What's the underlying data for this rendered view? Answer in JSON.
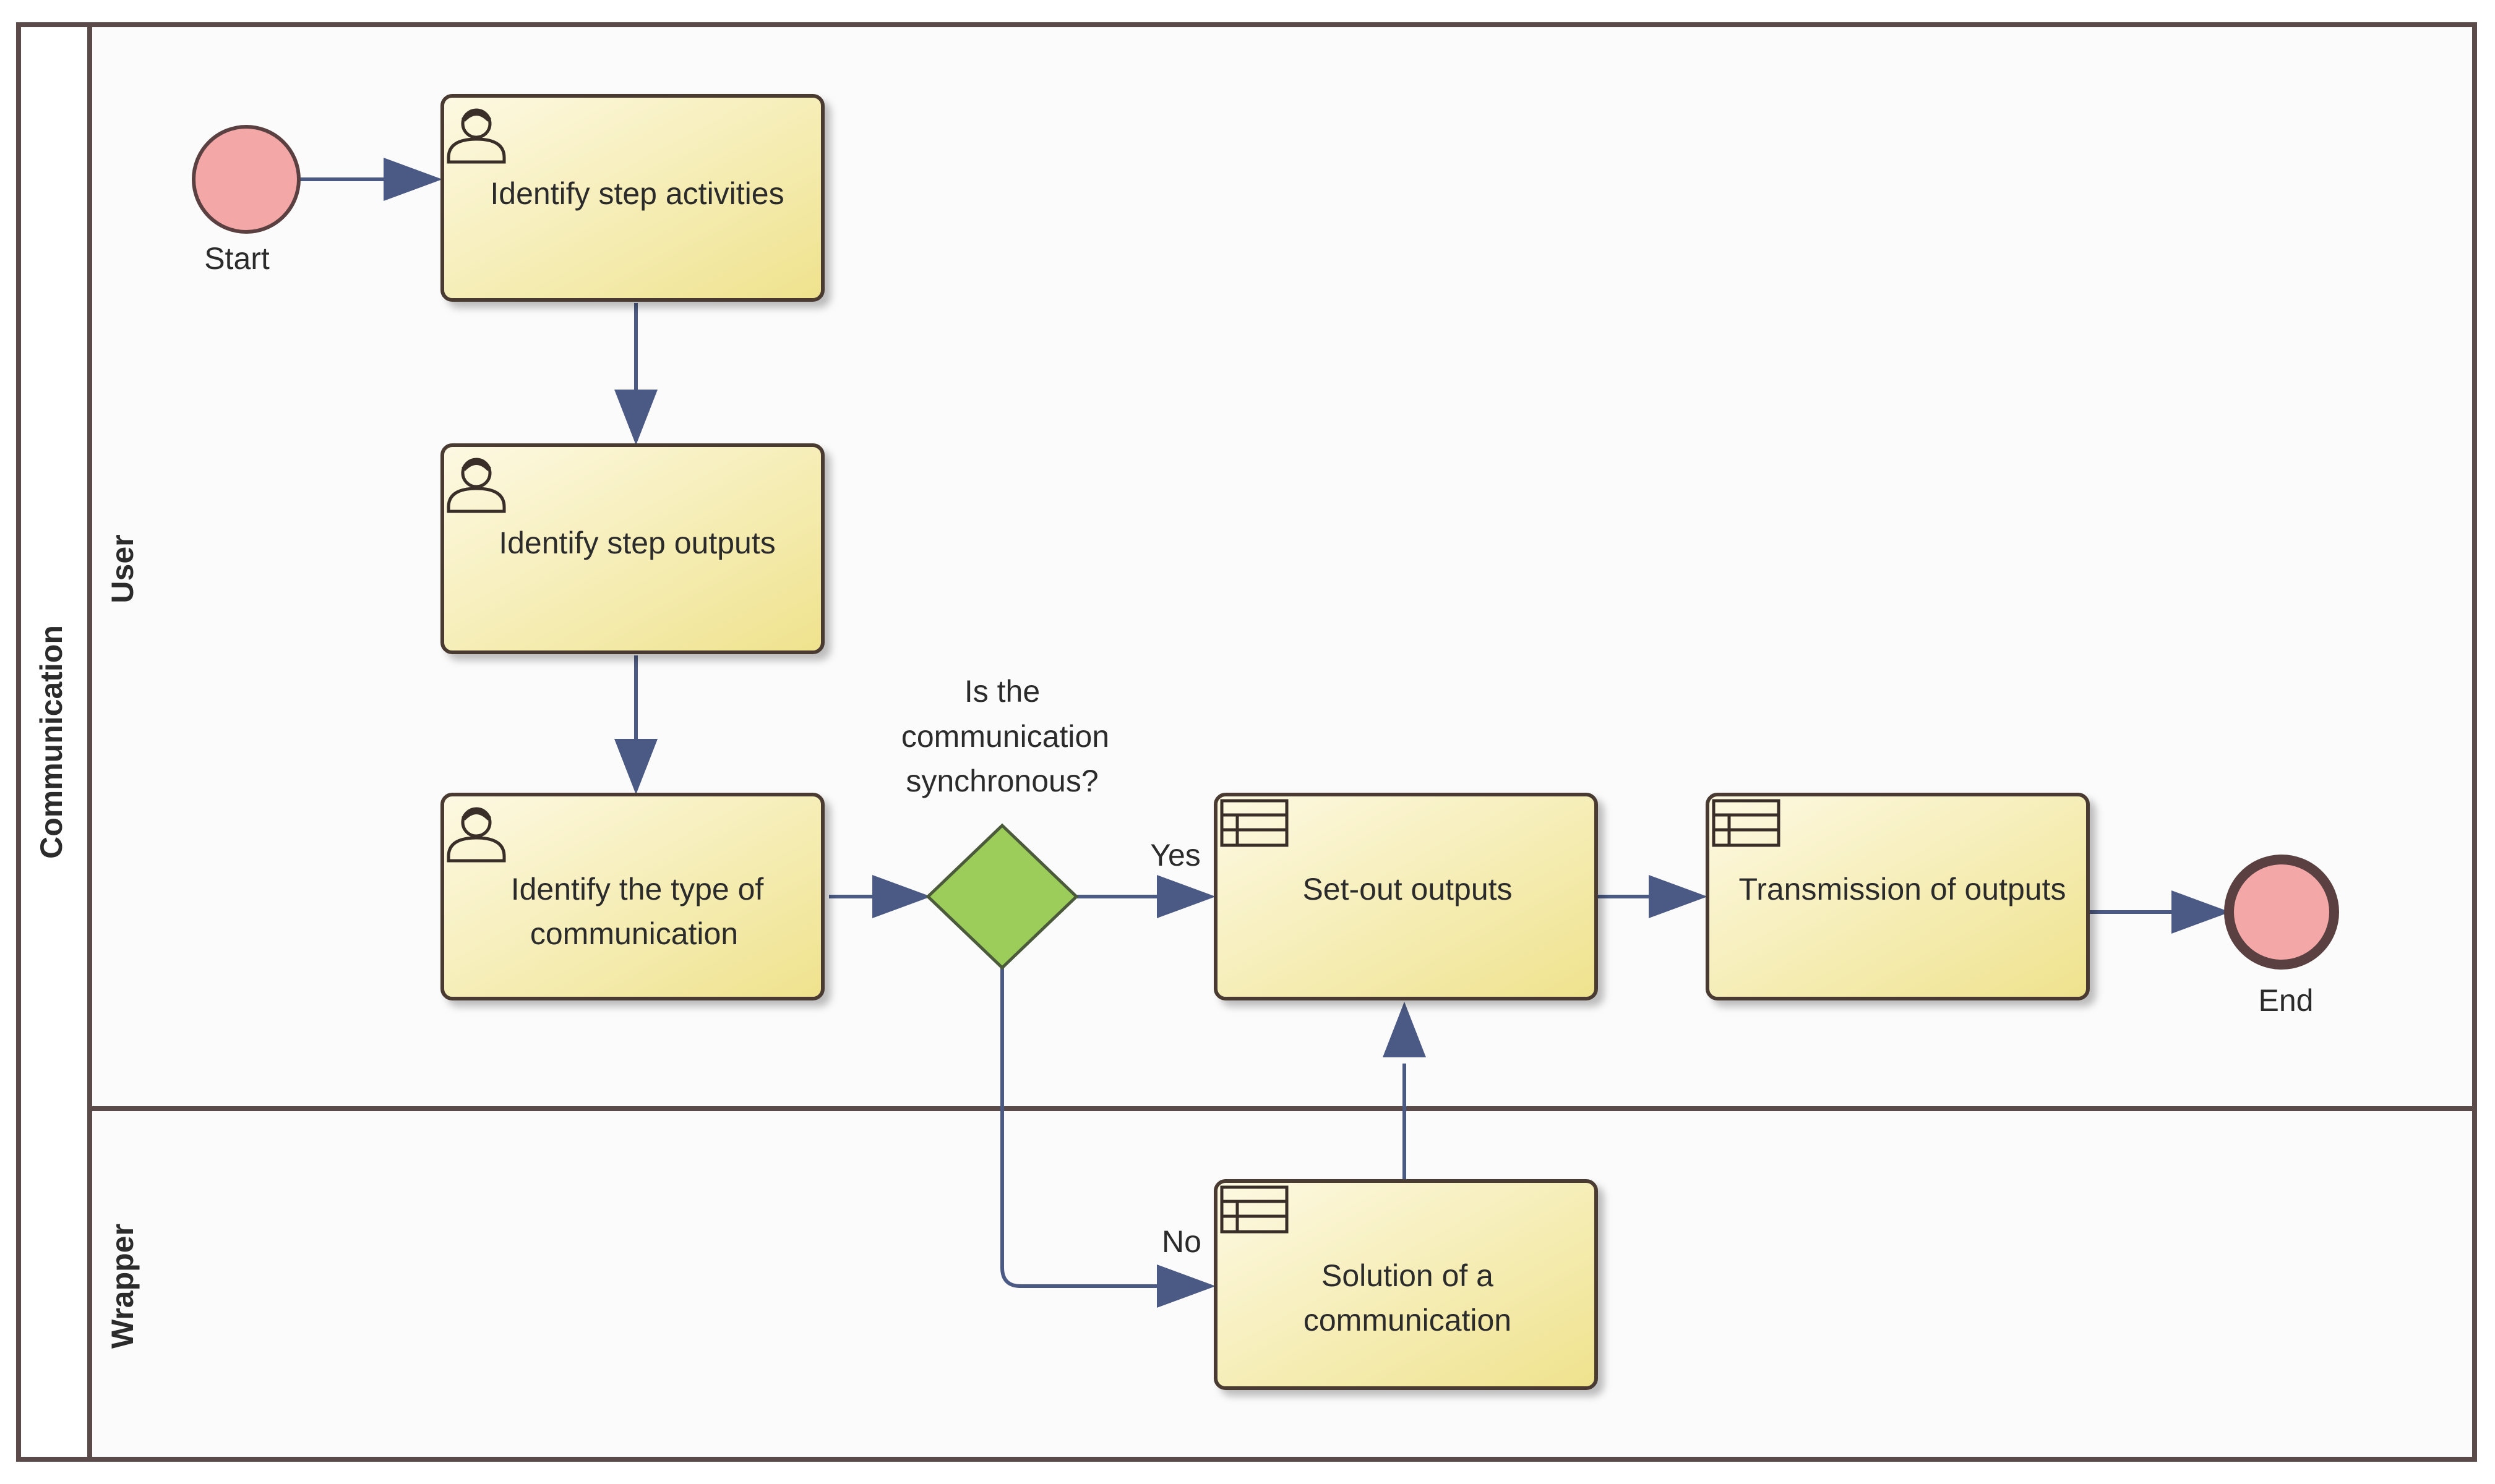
{
  "pool": {
    "label": "Communication"
  },
  "lanes": {
    "user": "User",
    "wrapper": "Wrapper"
  },
  "events": {
    "start": "Start",
    "end": "End"
  },
  "tasks": {
    "t1": [
      "Identify step activities"
    ],
    "t2": [
      "Identify step outputs"
    ],
    "t3": [
      "Identify the type of",
      "communication"
    ],
    "t4": [
      "Set-out outputs"
    ],
    "t5": [
      "Transmission of outputs"
    ],
    "t6": [
      "Solution of a",
      "communication"
    ]
  },
  "gateway": {
    "lines": [
      "Is the",
      "communication",
      "synchronous?"
    ]
  },
  "flows": {
    "yes": "Yes",
    "no": "No"
  },
  "colors": {
    "task_fill_light": "#fbf6d6",
    "task_fill_dark": "#efe28d",
    "task_border": "#4a3b30",
    "event_fill": "#f3a7a7",
    "gateway_fill": "#9ccd5b",
    "flow": "#4b5a84",
    "pool_border": "#5a4a4a"
  },
  "icons": {
    "user_task": "user-icon",
    "script_task": "table-icon"
  }
}
